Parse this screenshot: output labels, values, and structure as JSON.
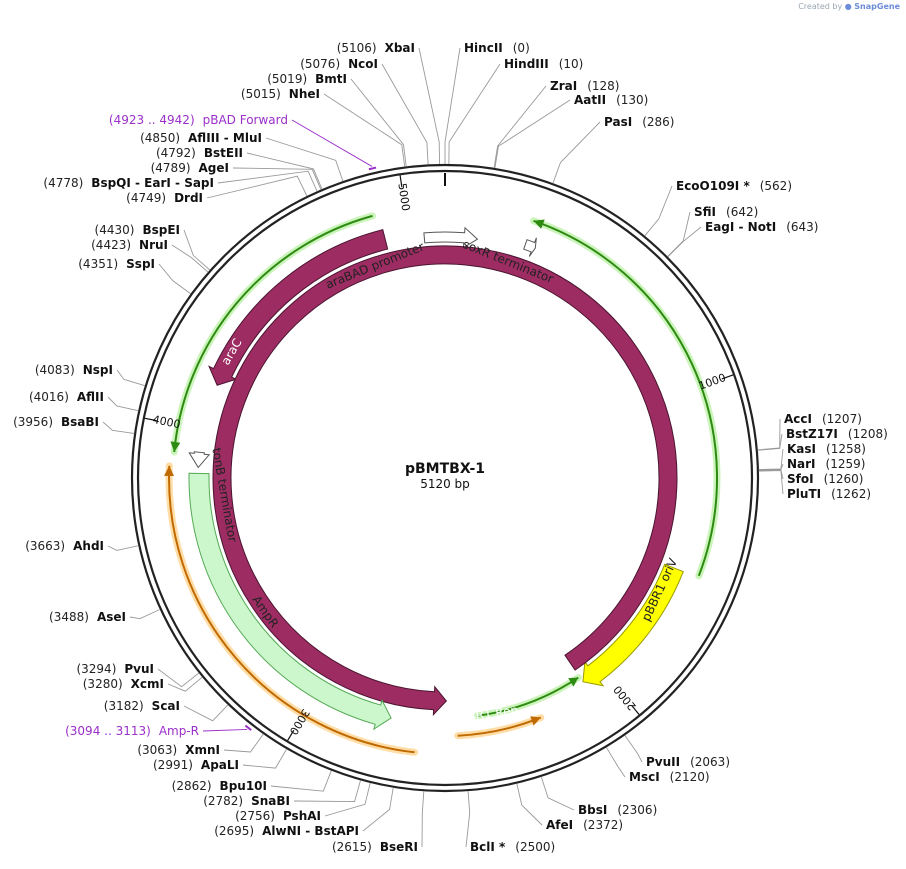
{
  "watermark": {
    "prefix": "Created by",
    "brand": "SnapGene"
  },
  "plasmid": {
    "name": "pBMTBX-1",
    "length_label": "5120 bp",
    "length": 5120
  },
  "ticks": [
    {
      "pos": 1000,
      "label": "1000"
    },
    {
      "pos": 2000,
      "label": "2000"
    },
    {
      "pos": 3000,
      "label": "3000"
    },
    {
      "pos": 4000,
      "label": "4000"
    },
    {
      "pos": 5000,
      "label": "5000"
    }
  ],
  "sites_right": [
    {
      "pos": 0,
      "text": "HincII",
      "num": "(0)"
    },
    {
      "pos": 10,
      "text": "HindIII",
      "num": "(10)"
    },
    {
      "pos": 128,
      "text": "ZraI",
      "num": "(128)"
    },
    {
      "pos": 130,
      "text": "AatII",
      "num": "(130)"
    },
    {
      "pos": 286,
      "text": "PasI",
      "num": "(286)"
    },
    {
      "pos": 562,
      "text": "EcoO109I *",
      "num": "(562)"
    },
    {
      "pos": 642,
      "text": "SfiI",
      "num": "(642)"
    },
    {
      "pos": 643,
      "text": "EagI  - NotI",
      "num": "(643)"
    },
    {
      "pos": 1207,
      "text": "AccI",
      "num": "(1207)"
    },
    {
      "pos": 1208,
      "text": "BstZ17I",
      "num": "(1208)"
    },
    {
      "pos": 1258,
      "text": "KasI",
      "num": "(1258)"
    },
    {
      "pos": 1259,
      "text": "NarI",
      "num": "(1259)"
    },
    {
      "pos": 1260,
      "text": "SfoI",
      "num": "(1260)"
    },
    {
      "pos": 1262,
      "text": "PluTI",
      "num": "(1262)"
    },
    {
      "pos": 2063,
      "text": "PvuII",
      "num": "(2063)"
    },
    {
      "pos": 2120,
      "text": "MscI",
      "num": "(2120)"
    },
    {
      "pos": 2306,
      "text": "BbsI",
      "num": "(2306)"
    },
    {
      "pos": 2372,
      "text": "AfeI",
      "num": "(2372)"
    },
    {
      "pos": 2500,
      "text": "BclI *",
      "num": "(2500)"
    }
  ],
  "sites_left": [
    {
      "pos": 5106,
      "num": "(5106)",
      "text": "XbaI"
    },
    {
      "pos": 5076,
      "num": "(5076)",
      "text": "NcoI"
    },
    {
      "pos": 5019,
      "num": "(5019)",
      "text": "BmtI"
    },
    {
      "pos": 5015,
      "num": "(5015)",
      "text": "NheI"
    },
    {
      "pos": 4850,
      "num": "(4850)",
      "text": "AflIII  - MluI"
    },
    {
      "pos": 4792,
      "num": "(4792)",
      "text": "BstEII"
    },
    {
      "pos": 4789,
      "num": "(4789)",
      "text": "AgeI"
    },
    {
      "pos": 4778,
      "num": "(4778)",
      "text": "BspQI  - EarI  - SapI"
    },
    {
      "pos": 4749,
      "num": "(4749)",
      "text": "DrdI"
    },
    {
      "pos": 4430,
      "num": "(4430)",
      "text": "BspEI"
    },
    {
      "pos": 4423,
      "num": "(4423)",
      "text": "NruI"
    },
    {
      "pos": 4351,
      "num": "(4351)",
      "text": "SspI"
    },
    {
      "pos": 4083,
      "num": "(4083)",
      "text": "NspI"
    },
    {
      "pos": 4016,
      "num": "(4016)",
      "text": "AflII"
    },
    {
      "pos": 3956,
      "num": "(3956)",
      "text": "BsaBI"
    },
    {
      "pos": 3663,
      "num": "(3663)",
      "text": "AhdI"
    },
    {
      "pos": 3488,
      "num": "(3488)",
      "text": "AseI"
    },
    {
      "pos": 3294,
      "num": "(3294)",
      "text": "PvuI"
    },
    {
      "pos": 3280,
      "num": "(3280)",
      "text": "XcmI"
    },
    {
      "pos": 3182,
      "num": "(3182)",
      "text": "ScaI"
    },
    {
      "pos": 3063,
      "num": "(3063)",
      "text": "XmnI"
    },
    {
      "pos": 2991,
      "num": "(2991)",
      "text": "ApaLI"
    },
    {
      "pos": 2862,
      "num": "(2862)",
      "text": "Bpu10I"
    },
    {
      "pos": 2782,
      "num": "(2782)",
      "text": "SnaBI"
    },
    {
      "pos": 2756,
      "num": "(2756)",
      "text": "PshAI"
    },
    {
      "pos": 2695,
      "num": "(2695)",
      "text": "AlwNI  - BstAPI"
    },
    {
      "pos": 2615,
      "num": "(2615)",
      "text": "BseRI"
    }
  ],
  "primers": [
    {
      "start": 4923,
      "end": 4942,
      "num": "(4923 .. 4942)",
      "text": "pBAD Forward"
    },
    {
      "start": 3094,
      "end": 3113,
      "num": "(3094 .. 3113)",
      "text": "Amp-R"
    }
  ],
  "features": [
    {
      "name": "araBAD promoter",
      "start": 5050,
      "end": 5230,
      "color": "#ffffff",
      "stroke": "#555555",
      "label": "araBAD promoter"
    },
    {
      "name": "soxR terminator",
      "start": 270,
      "end": 305,
      "color": "#ffffff",
      "stroke": "#555555",
      "label": "soxR terminator"
    },
    {
      "name": "araC",
      "start": 4920,
      "end": 4155,
      "color": "#9c2c62",
      "stroke": "#4a1530",
      "label": "araC"
    },
    {
      "name": "tonB terminator",
      "start": 3925,
      "end": 3875,
      "color": "#ffffff",
      "stroke": "#555555",
      "label": "tonB terminator"
    },
    {
      "name": "pBBR1 oriV",
      "start": 1585,
      "end": 2075,
      "color": "#ffff00",
      "stroke": "#999900",
      "label": "pBBR1 oriV"
    },
    {
      "name": "pBBR1 Rep",
      "start": 2075,
      "end": 2555,
      "color": "#9c2c62",
      "stroke": "#4a1530",
      "label": "pBBR1 Rep"
    },
    {
      "name": "AmpR",
      "start": 2740,
      "end": 3855,
      "color": "#ccf7cc",
      "stroke": "#55aa55",
      "label": "AmpR"
    }
  ]
}
